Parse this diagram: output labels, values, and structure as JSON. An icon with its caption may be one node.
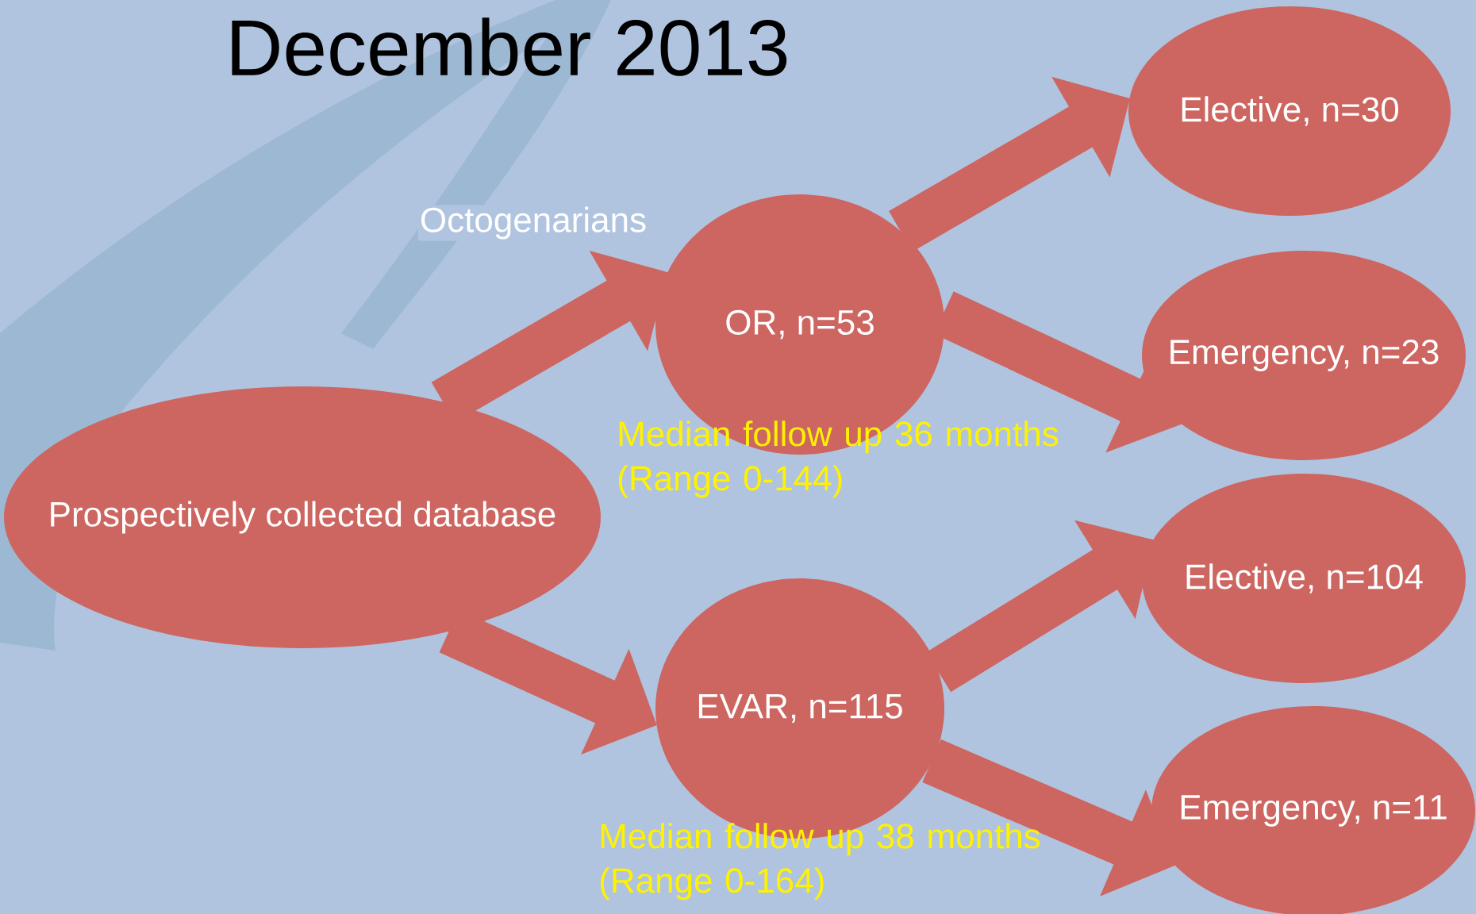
{
  "diagram": {
    "title": "December 2013",
    "nodes": [
      {
        "text": [
          "Prospectively collected database"
        ]
      },
      {
        "text": [
          "OR, n=53"
        ],
        "beside": [
          "Median follow up 36 months (Range 0-144)"
        ]
      },
      {
        "text": [
          "EVAR, n=115"
        ],
        "beside": [
          "Median follow up 38 months (Range 0-164)"
        ]
      },
      {
        "text": [
          "Elective, n=30"
        ]
      },
      {
        "text": [
          "Emergency, n=23"
        ]
      },
      {
        "text": [
          "Elective, n=104"
        ]
      },
      {
        "text": [
          "Emergency, n=11"
        ]
      }
    ],
    "edges": [
      {
        "from": 0,
        "to": 1,
        "arrow": "to",
        "label": "Octogenarians"
      },
      {
        "from": 0,
        "to": 2,
        "arrow": "to"
      },
      {
        "from": 1,
        "to": 3,
        "arrow": "to"
      },
      {
        "from": 1,
        "to": 4,
        "arrow": "to"
      },
      {
        "from": 2,
        "to": 5,
        "arrow": "to"
      },
      {
        "from": 2,
        "to": 6,
        "arrow": "to"
      }
    ]
  }
}
